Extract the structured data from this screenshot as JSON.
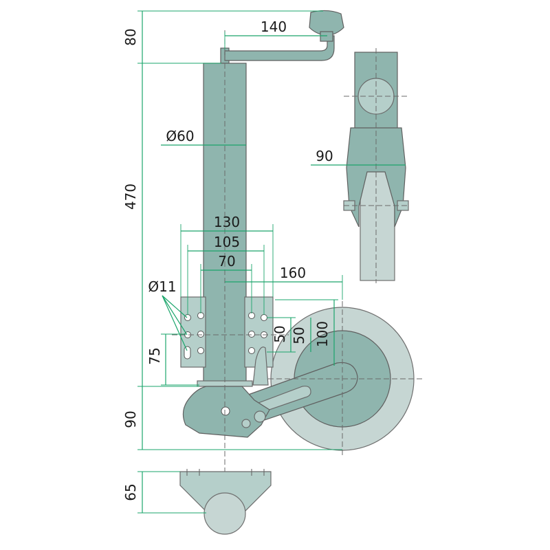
{
  "colors": {
    "dimension_line": "#1aa56b",
    "body_fill": "#8fb5ae",
    "body_light": "#b5cfca",
    "tyre_fill": "#c6d6d3",
    "outline": "#5f5f5f",
    "text": "#1a1a1a"
  },
  "dimensions": {
    "crank_height": "80",
    "crank_reach": "140",
    "tube_length": "470",
    "tube_diameter": "Ø60",
    "side_width": "90",
    "bracket_width_130": "130",
    "bracket_width_105": "105",
    "bracket_width_70": "70",
    "wheel_offset": "160",
    "hole_diameter": "Ø11",
    "hole_spacing_75": "75",
    "hole_spacing_50a": "50",
    "hole_spacing_50b": "50",
    "wheel_axle_height": "100",
    "foot_height": "90",
    "base_height": "65"
  }
}
